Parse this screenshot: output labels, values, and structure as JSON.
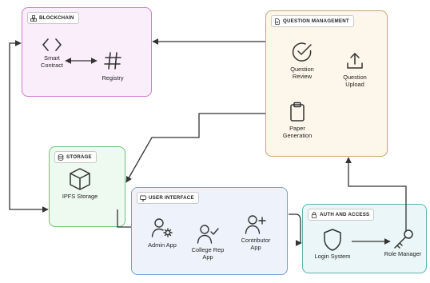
{
  "colors": {
    "blockchain": "#d37ad2",
    "blockchain_fill": "#fbeefb",
    "question": "#c9a46e",
    "question_fill": "#fdf6eb",
    "storage": "#6cc27a",
    "storage_fill": "#eef9ef",
    "ui": "#7c9ccc",
    "ui_fill": "#eef3fb",
    "auth": "#5fb3b3",
    "auth_fill": "#eaf6f7",
    "arrow": "#333333"
  },
  "blockchain": {
    "title": "BLOCKCHAIN",
    "smart_contract_line1": "Smart",
    "smart_contract_line2": "Contract",
    "registry": "Registry"
  },
  "question_management": {
    "title": "QUESTION MANAGEMENT",
    "review_line1": "Question",
    "review_line2": "Review",
    "upload_line1": "Question",
    "upload_line2": "Upload",
    "paper_line1": "Paper",
    "paper_line2": "Generation"
  },
  "storage": {
    "title": "STORAGE",
    "ipfs": "IPFS Storage"
  },
  "user_interface": {
    "title": "USER INTERFACE",
    "admin": "Admin App",
    "college_line1": "College Rep",
    "college_line2": "App",
    "contributor_line1": "Contributor",
    "contributor_line2": "App"
  },
  "auth": {
    "title": "AUTH AND ACCESS",
    "login": "Login System",
    "role": "Role Manager"
  },
  "icons": [
    "blockchain-icon",
    "code-icon",
    "hash-icon",
    "document-icon",
    "check-circle-icon",
    "upload-icon",
    "clipboard-icon",
    "database-icon",
    "cube-icon",
    "monitor-icon",
    "user-gear-icon",
    "user-check-icon",
    "user-plus-icon",
    "lock-icon",
    "shield-icon",
    "key-icon"
  ]
}
